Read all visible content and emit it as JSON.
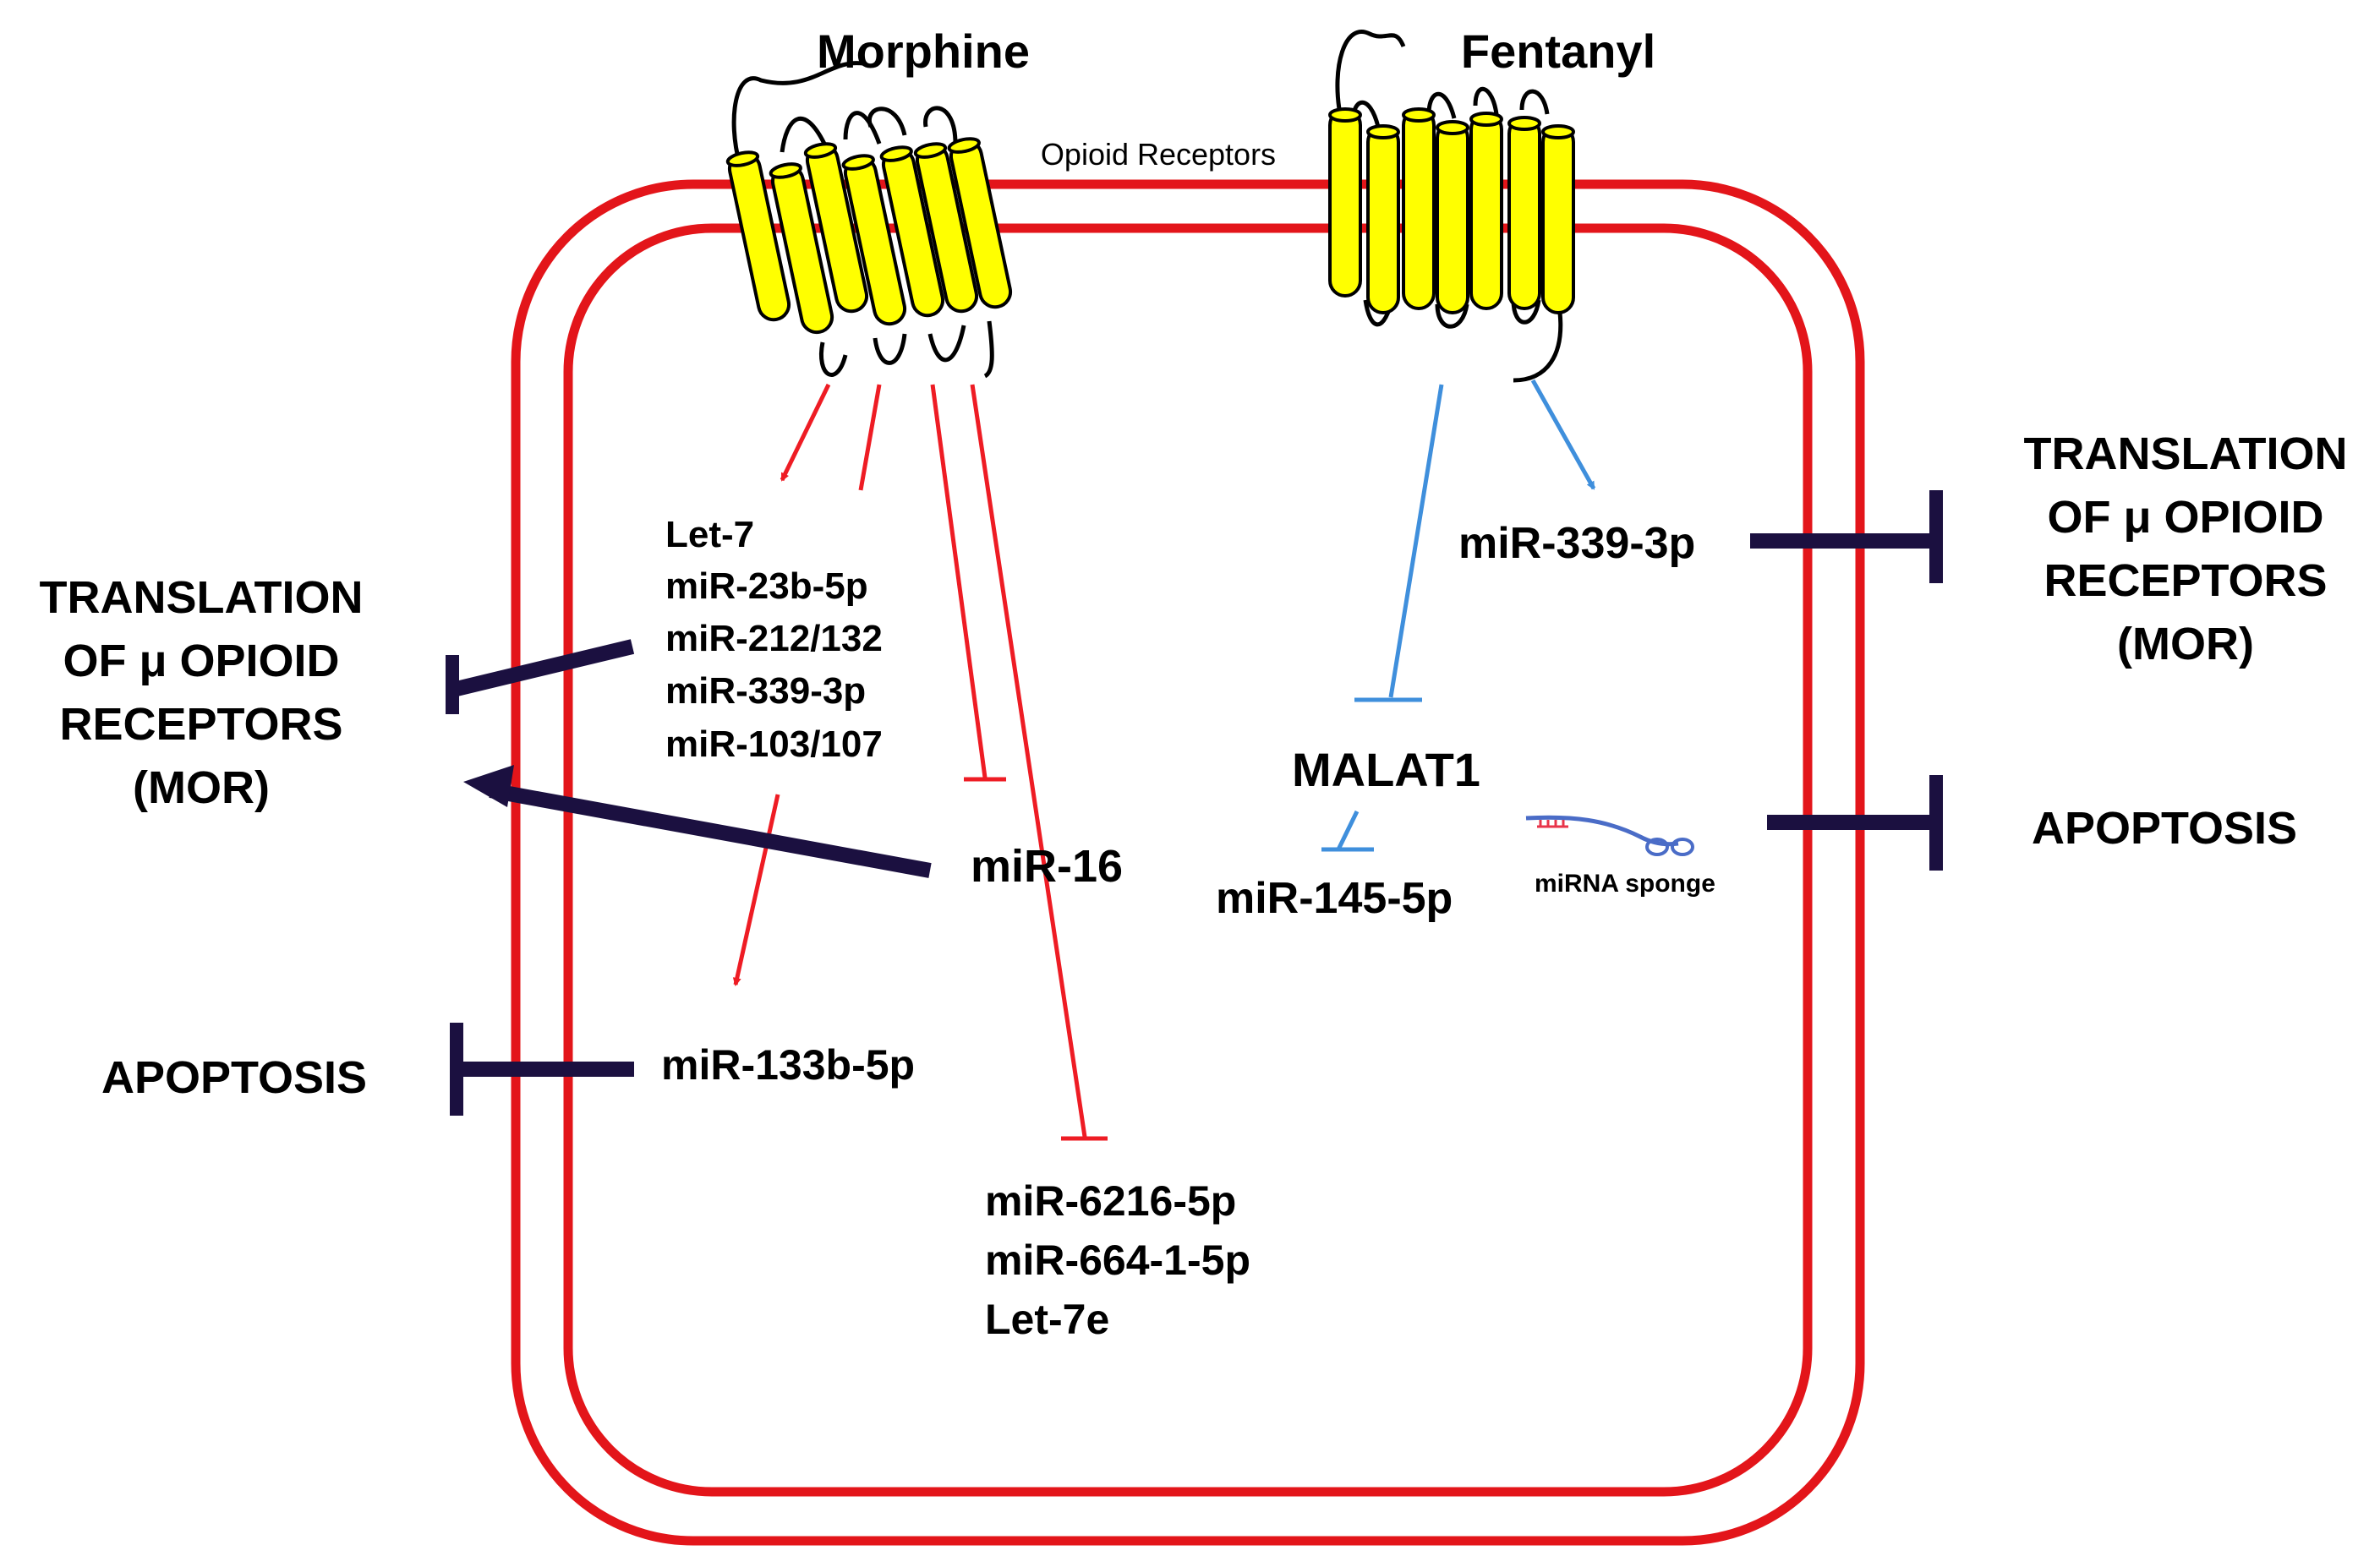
{
  "drugs": {
    "left": "Morphine",
    "right": "Fentanyl"
  },
  "receptors_label": "Opioid Receptors",
  "morphine_up": [
    "Let-7",
    "miR-23b-5p",
    "miR-212/132",
    "miR-339-3p",
    "miR-103/107"
  ],
  "mir16": "miR-16",
  "mir133": "miR-133b-5p",
  "morphine_down": [
    "miR-6216-5p",
    "miR-664-1-5p",
    "Let-7e"
  ],
  "fentanyl_up": "miR-339-3p",
  "malat1": "MALAT1",
  "mir145": "miR-145-5p",
  "sponge_label": "miRNA sponge",
  "left_translation": [
    "TRANSLATION",
    "OF μ OPIOID",
    "RECEPTORS",
    "(MOR)"
  ],
  "right_translation": [
    "TRANSLATION",
    "OF μ OPIOID",
    "RECEPTORS",
    "(MOR)"
  ],
  "apoptosis_left": "APOPTOSIS",
  "apoptosis_right": "APOPTOSIS",
  "colors": {
    "membrane": "#e3151a",
    "receptor": "#ffff00",
    "morphine_arrows": "#ee1c24",
    "fentanyl_arrows": "#3f8fdc",
    "inhibition_bars": "#1b1040",
    "sponge": "#4a6cc7",
    "sponge_seed": "#e8344a"
  }
}
